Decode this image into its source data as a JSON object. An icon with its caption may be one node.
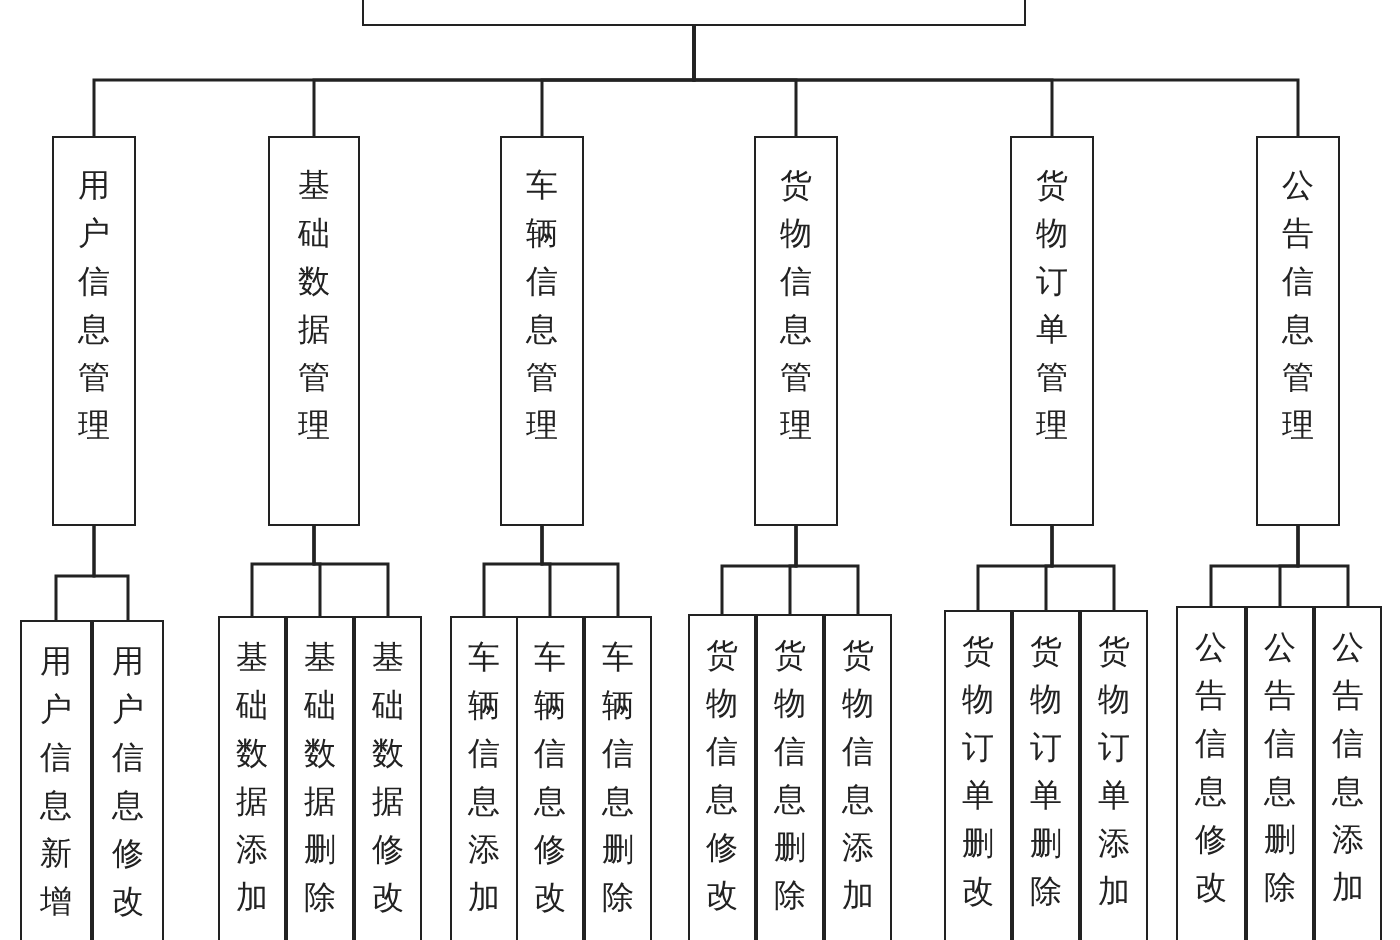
{
  "diagram": {
    "nodes": [
      {
        "text": [],
        "shape": "box"
      },
      {
        "text": [
          "用户信息管理"
        ]
      },
      {
        "text": [
          "基础数据管理"
        ]
      },
      {
        "text": [
          "车辆信息管理"
        ]
      },
      {
        "text": [
          "货物信息管理"
        ]
      },
      {
        "text": [
          "货物订单管理"
        ]
      },
      {
        "text": [
          "公告信息管理"
        ]
      },
      {
        "text": [
          "用户信息新增"
        ]
      },
      {
        "text": [
          "用户信息修改"
        ]
      },
      {
        "text": [
          "基础数据添加"
        ]
      },
      {
        "text": [
          "基础数据删除"
        ]
      },
      {
        "text": [
          "基础数据修改"
        ]
      },
      {
        "text": [
          "车辆信息添加"
        ]
      },
      {
        "text": [
          "车辆信息修改"
        ]
      },
      {
        "text": [
          "车辆信息删除"
        ]
      },
      {
        "text": [
          "货物信息修改"
        ]
      },
      {
        "text": [
          "货物信息删除"
        ]
      },
      {
        "text": [
          "货物信息添加"
        ]
      },
      {
        "text": [
          "货物订单删改"
        ]
      },
      {
        "text": [
          "货物订单删除"
        ]
      },
      {
        "text": [
          "货物订单添加"
        ]
      },
      {
        "text": [
          "公告信息修改"
        ]
      },
      {
        "text": [
          "公告信息删除"
        ]
      },
      {
        "text": [
          "公告信息添加"
        ]
      }
    ],
    "edges": [
      {
        "from": 0,
        "to": 1,
        "arrow": "none"
      },
      {
        "from": 0,
        "to": 2,
        "arrow": "none"
      },
      {
        "from": 0,
        "to": 3,
        "arrow": "none"
      },
      {
        "from": 0,
        "to": 4,
        "arrow": "none"
      },
      {
        "from": 0,
        "to": 5,
        "arrow": "none"
      },
      {
        "from": 0,
        "to": 6,
        "arrow": "none"
      },
      {
        "from": 1,
        "to": 7,
        "arrow": "none"
      },
      {
        "from": 1,
        "to": 8,
        "arrow": "none"
      },
      {
        "from": 2,
        "to": 9,
        "arrow": "none"
      },
      {
        "from": 2,
        "to": 10,
        "arrow": "none"
      },
      {
        "from": 2,
        "to": 11,
        "arrow": "none"
      },
      {
        "from": 3,
        "to": 12,
        "arrow": "none"
      },
      {
        "from": 3,
        "to": 13,
        "arrow": "none"
      },
      {
        "from": 3,
        "to": 14,
        "arrow": "none"
      },
      {
        "from": 4,
        "to": 15,
        "arrow": "none"
      },
      {
        "from": 4,
        "to": 16,
        "arrow": "none"
      },
      {
        "from": 4,
        "to": 17,
        "arrow": "none"
      },
      {
        "from": 5,
        "to": 18,
        "arrow": "none"
      },
      {
        "from": 5,
        "to": 19,
        "arrow": "none"
      },
      {
        "from": 5,
        "to": 20,
        "arrow": "none"
      },
      {
        "from": 6,
        "to": 21,
        "arrow": "none"
      },
      {
        "from": 6,
        "to": 22,
        "arrow": "none"
      },
      {
        "from": 6,
        "to": 23,
        "arrow": "none"
      }
    ]
  }
}
